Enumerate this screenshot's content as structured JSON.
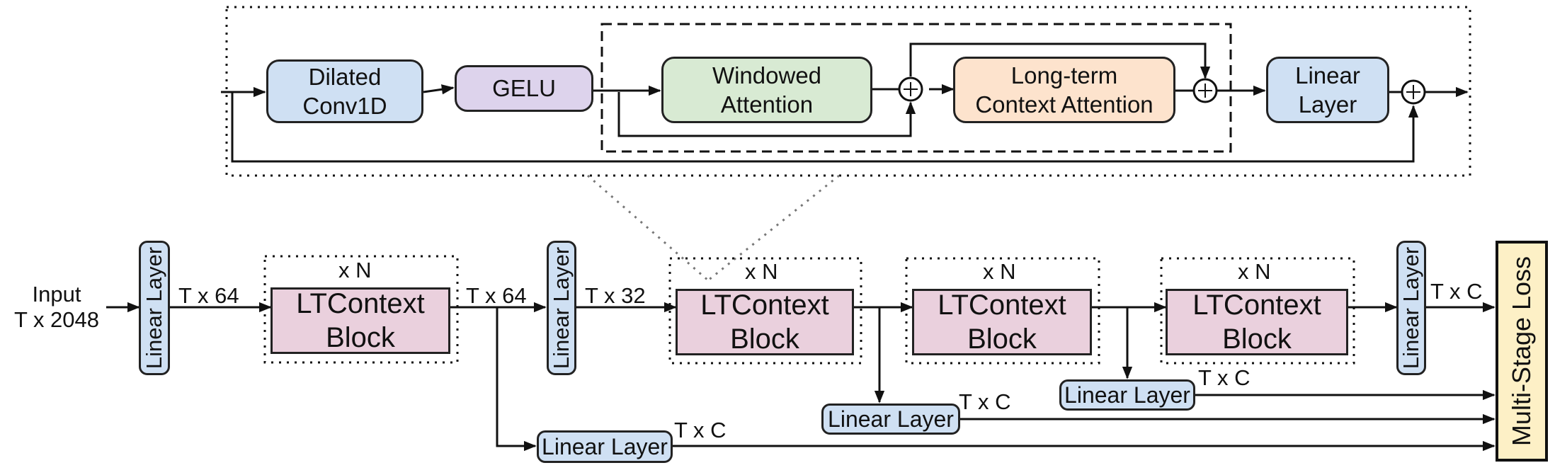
{
  "top_block": {
    "dilated_conv": "Dilated\nConv1D",
    "gelu": "GELU",
    "windowed_attention": "Windowed\nAttention",
    "long_term_attention": "Long-term\nContext Attention",
    "linear_layer": "Linear\nLayer"
  },
  "main": {
    "input_label": "Input",
    "input_shape": "T x 2048",
    "linear_layer_label": "Linear Layer",
    "block_label": "LTContext\nBlock",
    "repeat_label": "x N",
    "dim_64": "T x 64",
    "dim_32": "T x 32",
    "dim_c": "T x C",
    "loss_label": "Multi-Stage Loss"
  },
  "colors": {
    "blue": "#cfe0f3",
    "purple": "#ddd3ec",
    "green": "#d8ead3",
    "orange": "#fde3cd",
    "pink": "#ead0dd",
    "yellow": "#fdf0c6"
  }
}
